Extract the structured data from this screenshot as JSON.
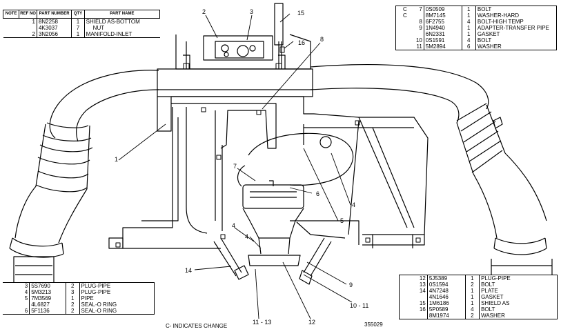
{
  "top_left_table": {
    "headers": {
      "note": "NOTE",
      "ref": "REF NO",
      "part": "PART NUMBER",
      "qty": "QTY",
      "name": "PART NAME"
    },
    "rows": [
      {
        "note": "",
        "ref": "1",
        "part": "8N2258",
        "qty": "1",
        "name": "SHIELD AS-BOTTOM"
      },
      {
        "note": "",
        "ref": "",
        "part": "4K3037",
        "qty": "7",
        "name": "NUT"
      },
      {
        "note": "",
        "ref": "2",
        "part": "3N2056",
        "qty": "1",
        "name": "MANIFOLD-INLET"
      }
    ]
  },
  "top_right_table": {
    "rows": [
      {
        "note": "C",
        "ref": "7",
        "part": "0S0509",
        "qty": "1",
        "name": "BOLT"
      },
      {
        "note": "C",
        "ref": "",
        "part": "8M7145",
        "qty": "1",
        "name": "WASHER-HARD"
      },
      {
        "note": "",
        "ref": "8",
        "part": "6F2755",
        "qty": "4",
        "name": "BOLT-HIGH TEMP"
      },
      {
        "note": "",
        "ref": "9",
        "part": "1N4940",
        "qty": "1",
        "name": "ADAPTER-TRANSFER PIPE"
      },
      {
        "note": "",
        "ref": "",
        "part": "6N2331",
        "qty": "1",
        "name": "GASKET"
      },
      {
        "note": "",
        "ref": "10",
        "part": "0S1591",
        "qty": "4",
        "name": "BOLT"
      },
      {
        "note": "",
        "ref": "11",
        "part": "5M2894",
        "qty": "6",
        "name": "WASHER"
      }
    ]
  },
  "bottom_left_table": {
    "rows": [
      {
        "note": "",
        "ref": "3",
        "part": "5S7690",
        "qty": "2",
        "name": "PLUG-PIPE"
      },
      {
        "note": "",
        "ref": "4",
        "part": "5M3213",
        "qty": "3",
        "name": "PLUG-PIPE"
      },
      {
        "note": "",
        "ref": "5",
        "part": "7M3569",
        "qty": "1",
        "name": "PIPE"
      },
      {
        "note": "",
        "ref": "",
        "part": "4L6827",
        "qty": "2",
        "name": "SEAL-O RING"
      },
      {
        "note": "",
        "ref": "6",
        "part": "5F1136",
        "qty": "2",
        "name": "SEAL-O RING"
      }
    ]
  },
  "bottom_right_table": {
    "rows": [
      {
        "note": "",
        "ref": "12",
        "part": "5J5389",
        "qty": "1",
        "name": "PLUG-PIPE"
      },
      {
        "note": "",
        "ref": "13",
        "part": "0S1594",
        "qty": "2",
        "name": "BOLT"
      },
      {
        "note": "",
        "ref": "14",
        "part": "4N7248",
        "qty": "1",
        "name": "PLATE"
      },
      {
        "note": "",
        "ref": "",
        "part": "4N1646",
        "qty": "1",
        "name": "GASKET"
      },
      {
        "note": "",
        "ref": "15",
        "part": "1M6186",
        "qty": "1",
        "name": "SHIELD AS"
      },
      {
        "note": "",
        "ref": "16",
        "part": "5P0589",
        "qty": "4",
        "name": "BOLT"
      },
      {
        "note": "",
        "ref": "",
        "part": "8M1974",
        "qty": "2",
        "name": "WASHER"
      }
    ]
  },
  "callouts": [
    "1",
    "2",
    "3",
    "4",
    "4",
    "4",
    "5",
    "6",
    "7",
    "8",
    "9",
    "10 - 11",
    "11 - 13",
    "12",
    "14",
    "15",
    "16"
  ],
  "footer": {
    "note": "C- INDICATES CHANGE",
    "figure_number": "355029"
  }
}
